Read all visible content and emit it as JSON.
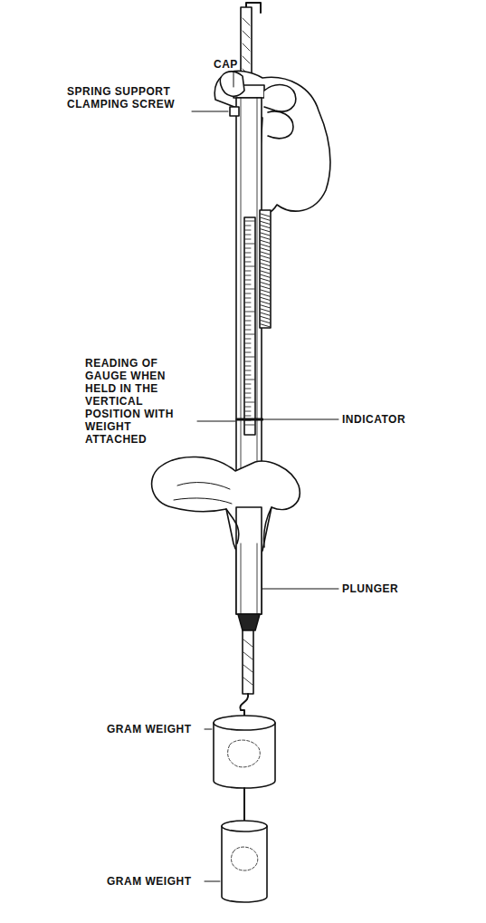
{
  "diagram": {
    "labels": [
      "CAP",
      "SPRING SUPPORT CLAMPING SCREW",
      "READING OF GAUGE WHEN HELD IN THE VERTICAL POSITION WITH WEIGHT ATTACHED",
      "INDICATOR",
      "PLUNGER",
      "GRAM WEIGHT",
      "GRAM WEIGHT"
    ]
  }
}
